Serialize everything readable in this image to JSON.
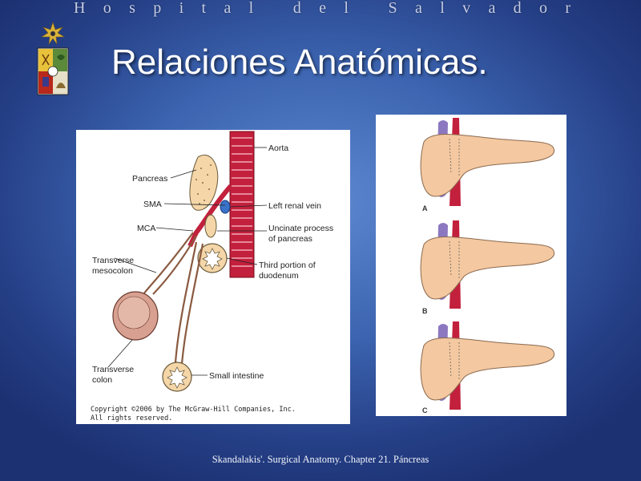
{
  "header": {
    "hospital_letters": [
      "H",
      "o",
      "s",
      "p",
      "i",
      "t",
      "a",
      "l",
      "",
      "d",
      "e",
      "l",
      "",
      "S",
      "a",
      "l",
      "v",
      "a",
      "d",
      "o",
      "r"
    ]
  },
  "slide": {
    "title": "Relaciones Anatómicas."
  },
  "figure_left": {
    "labels": {
      "aorta": "Aorta",
      "pancreas": "Pancreas",
      "sma": "SMA",
      "left_renal_vein": "Left renal vein",
      "mca": "MCA",
      "uncinate_1": "Uncinate process",
      "uncinate_2": "of pancreas",
      "transverse_mesocolon_1": "Transverse",
      "transverse_mesocolon_2": "mesocolon",
      "third_portion_1": "Third portion of",
      "third_portion_2": "duodenum",
      "transverse_colon_1": "Transverse",
      "transverse_colon_2": "colon",
      "small_intestine": "Small intestine"
    },
    "copyright_1": "Copyright ©2006 by The McGraw-Hill Companies, Inc.",
    "copyright_2": "All rights reserved."
  },
  "figure_right": {
    "panels": [
      "A",
      "B",
      "C"
    ]
  },
  "footer": {
    "caption": "Skandalakis'. Surgical Anatomy. Chapter 21. Páncreas"
  },
  "colors": {
    "aorta": "#c2203c",
    "vein": "#8c78c0",
    "pancreas": "#f4c8a0"
  }
}
